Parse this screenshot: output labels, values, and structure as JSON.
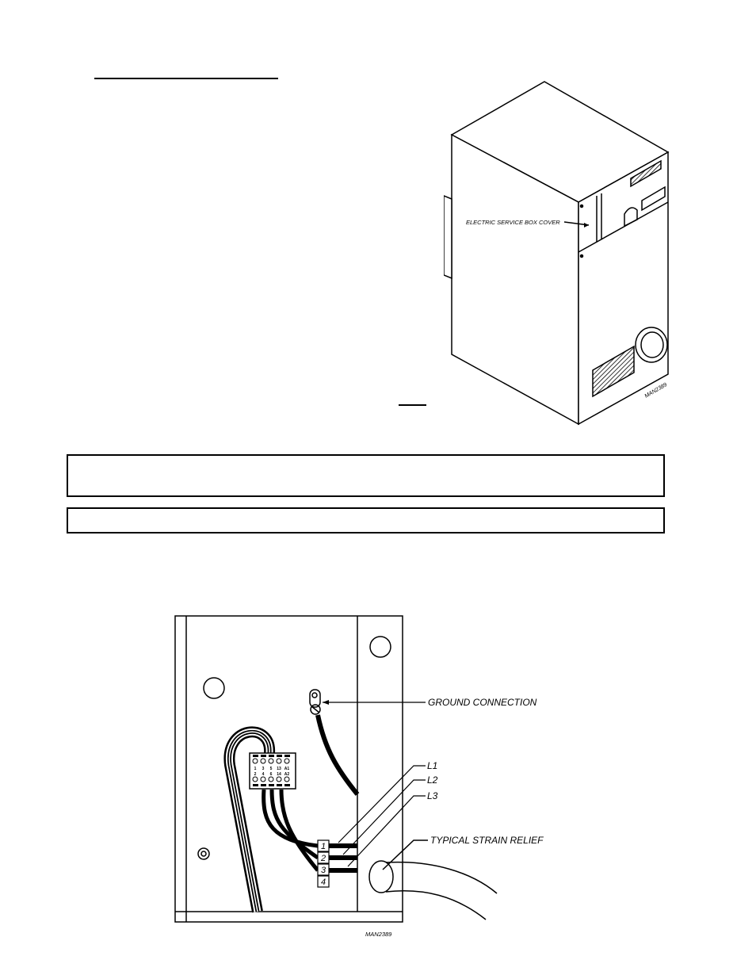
{
  "cabinet_figure": {
    "callout_service_box": "ELECTRIC SERVICE BOX COVER",
    "drawing_number": "MAN2389"
  },
  "wiring_figure": {
    "callout_ground": "GROUND CONNECTION",
    "callout_l1": "L1",
    "callout_l2": "L2",
    "callout_l3": "L3",
    "callout_strain_relief": "TYPICAL STRAIN RELIEF",
    "terminals": [
      "1",
      "2",
      "3",
      "4"
    ],
    "relay_top_labels": [
      "1",
      "3",
      "5",
      "13",
      "A1"
    ],
    "relay_bottom_labels": [
      "2",
      "4",
      "6",
      "14",
      "A2"
    ],
    "drawing_number": "MAN2389"
  }
}
